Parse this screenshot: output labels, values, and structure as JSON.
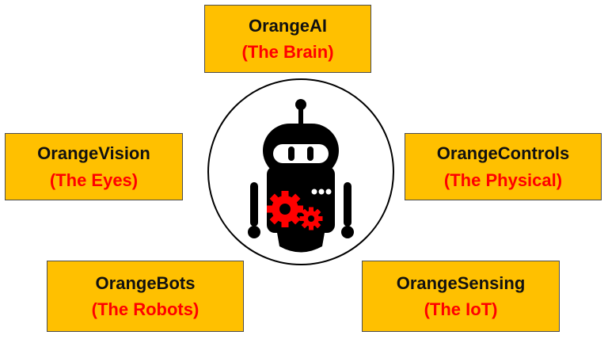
{
  "colors": {
    "box_fill": "#FFC000",
    "subtitle": "#FF0000",
    "title": "#111111",
    "robot_body": "#000000",
    "gears": "#FF0000"
  },
  "hub": {
    "icon": "robot-with-gears-icon"
  },
  "boxes": {
    "ai": {
      "title": "OrangeAI",
      "subtitle": "(The Brain)"
    },
    "vision": {
      "title": "OrangeVision",
      "subtitle": "(The Eyes)"
    },
    "controls": {
      "title": "OrangeControls",
      "subtitle": "(The Physical)"
    },
    "bots": {
      "title": "OrangeBots",
      "subtitle": "(The Robots)"
    },
    "sensing": {
      "title": "OrangeSensing",
      "subtitle": "(The IoT)"
    }
  }
}
